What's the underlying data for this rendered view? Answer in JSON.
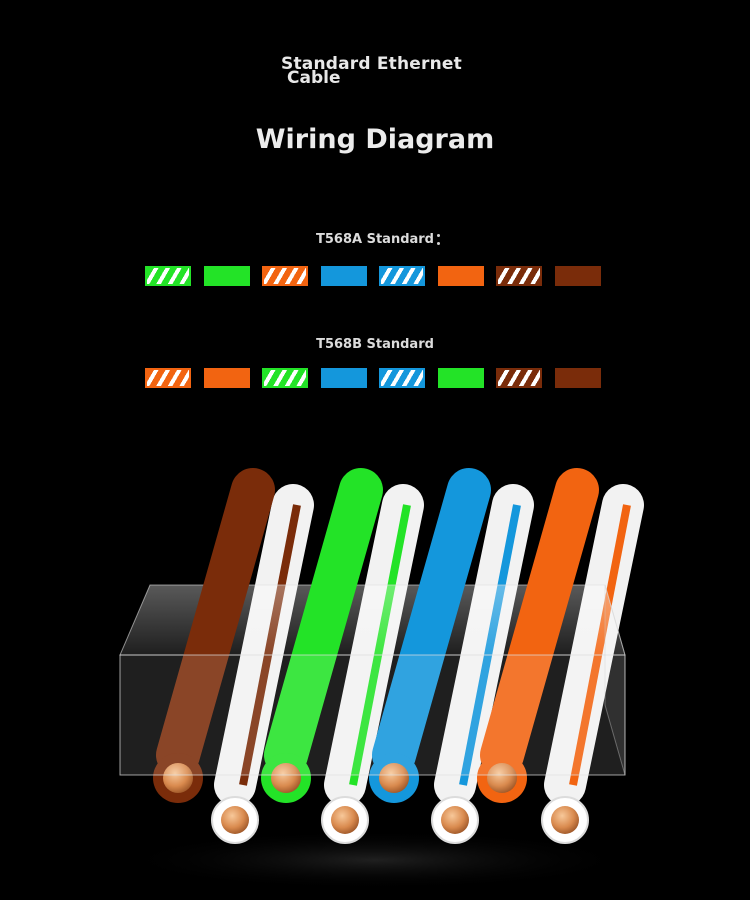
{
  "title": {
    "line1": "Standard Ethernet",
    "line2": "Cable"
  },
  "heading": "Wiring Diagram",
  "colors": {
    "green": "#23e327",
    "orange": "#f26411",
    "blue": "#1497dc",
    "brown": "#7a2c0a",
    "white": "#ffffff"
  },
  "standards": [
    {
      "label": "T568A Standard",
      "wires": [
        {
          "color": "green",
          "pattern": "striped"
        },
        {
          "color": "green",
          "pattern": "solid"
        },
        {
          "color": "orange",
          "pattern": "striped"
        },
        {
          "color": "blue",
          "pattern": "solid"
        },
        {
          "color": "blue",
          "pattern": "striped"
        },
        {
          "color": "orange",
          "pattern": "solid"
        },
        {
          "color": "brown",
          "pattern": "striped"
        },
        {
          "color": "brown",
          "pattern": "solid"
        }
      ]
    },
    {
      "label": "T568B Standard",
      "wires": [
        {
          "color": "orange",
          "pattern": "striped"
        },
        {
          "color": "orange",
          "pattern": "solid"
        },
        {
          "color": "green",
          "pattern": "striped"
        },
        {
          "color": "blue",
          "pattern": "solid"
        },
        {
          "color": "blue",
          "pattern": "striped"
        },
        {
          "color": "green",
          "pattern": "solid"
        },
        {
          "color": "brown",
          "pattern": "striped"
        },
        {
          "color": "brown",
          "pattern": "solid"
        }
      ]
    }
  ],
  "connector_wires": {
    "front_row": [
      "brown",
      "green",
      "blue",
      "orange"
    ],
    "back_row_stripe": [
      "brown",
      "green",
      "blue",
      "orange"
    ]
  }
}
